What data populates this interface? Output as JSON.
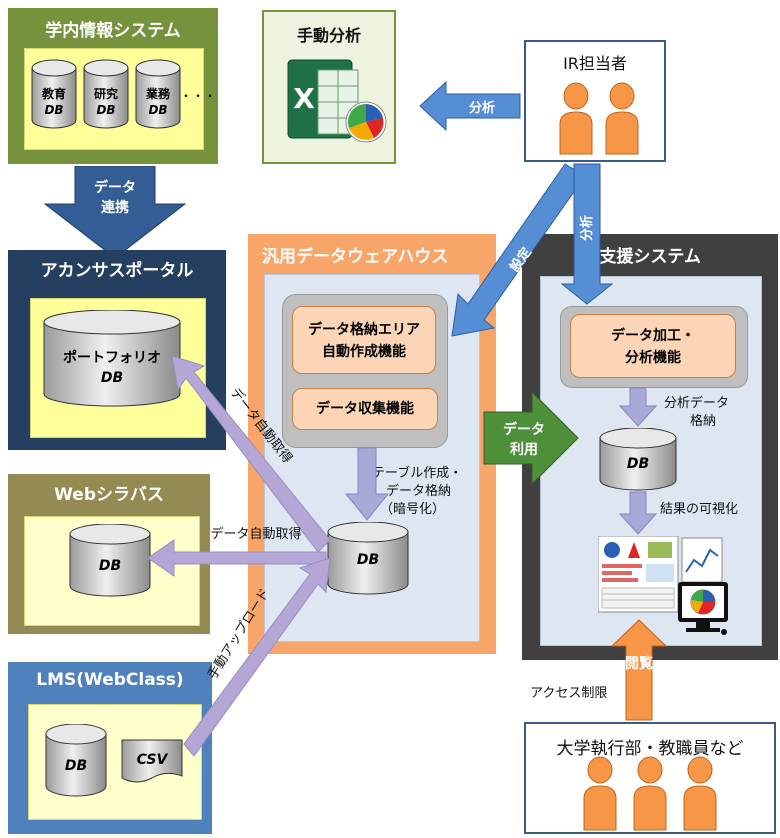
{
  "gakunai": {
    "title": "学内情報システム",
    "db1": [
      "教育",
      "DB"
    ],
    "db2": [
      "研究",
      "DB"
    ],
    "db3": [
      "業務",
      "DB"
    ],
    "dots": "・・・"
  },
  "data_renkei": [
    "データ",
    "連携"
  ],
  "portal": {
    "title": "アカンサスポータル",
    "db": [
      "ポートフォリオ",
      "DB"
    ]
  },
  "syllabus": {
    "title": "Webシラバス",
    "db": "DB"
  },
  "lms": {
    "title": "LMS(WebClass)",
    "db": "DB",
    "csv": "CSV"
  },
  "manual_analysis": {
    "title": "手動分析"
  },
  "ir_staff": {
    "title": "IR担当者"
  },
  "dwh": {
    "title": "汎用データウェアハウス",
    "func1": [
      "データ格納エリア",
      "自動作成機能"
    ],
    "func2": "データ収集機能",
    "db": "DB",
    "note": [
      "テーブル作成・",
      "データ格納",
      "（暗号化）"
    ]
  },
  "ir_system": {
    "title": "IR支援システム",
    "func": [
      "データ加工・",
      "分析機能"
    ],
    "db": "DB",
    "note1": [
      "分析データ",
      "格納"
    ],
    "note2": "結果の可視化"
  },
  "executives": {
    "title": "大学執行部・教職員など"
  },
  "arrows": {
    "bunseki_left": "分析",
    "settei": "設定",
    "bunseki_down": "分析",
    "data_riyou": [
      "データ",
      "利用"
    ],
    "etsuran": "閲覧",
    "access": "アクセス制限",
    "auto_portal": "データ自動取得",
    "auto_syllabus": "データ自動取得",
    "manual_upload": "手動アップロード"
  },
  "colors": {
    "green": "#76923c",
    "navy": "#243f60",
    "olive": "#948a54",
    "blue": "#4f81bd",
    "orange": "#f79646",
    "dark": "#404040",
    "purple": "#b4a7d6"
  }
}
